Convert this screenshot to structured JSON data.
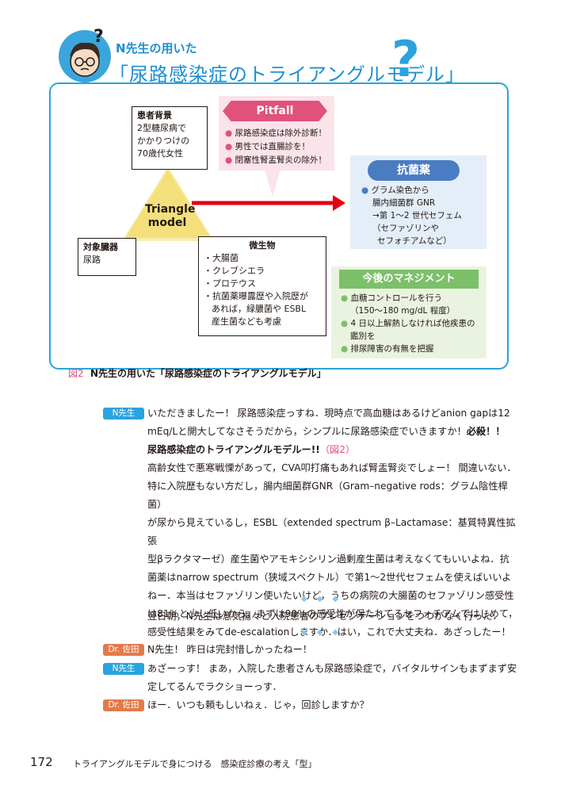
{
  "header": {
    "title_small": "N先生の用いた",
    "title_big": "「尿路感染症のトライアングルモデル」",
    "qmark": "?"
  },
  "figure": {
    "patient": {
      "title": "患者背景",
      "lines": [
        "2型糖尿病で",
        "かかりつけの",
        "70歳代女性"
      ]
    },
    "triangle": {
      "label1": "Triangle",
      "label2": "model"
    },
    "organ": {
      "title": "対象臓器",
      "value": "尿路"
    },
    "micro": {
      "title": "微生物",
      "items": [
        "・大腸菌",
        "・クレブシエラ",
        "・プロテウス",
        "・抗菌薬曝露歴や入院歴が",
        "あれば，緑膿菌や ESBL",
        "産生菌なども考慮"
      ]
    },
    "pitfall": {
      "title": "Pitfall",
      "items": [
        "尿路感染症は除外診断！",
        "男性では直腸診を！",
        "閉塞性腎盂腎炎の除外！"
      ]
    },
    "antibiotics": {
      "title": "抗菌薬",
      "lines": [
        "グラム染色から",
        "腸内細菌群 GNR",
        "→第 1〜2 世代セフェム",
        "（セファゾリンや",
        "セフォチアムなど）"
      ]
    },
    "management": {
      "title": "今後のマネジメント",
      "lines": [
        "血糖コントロールを行う",
        "（150〜180 mg/dL 程度）",
        "4 日以上解熱しなければ他疾患の",
        "鑑別を",
        "排尿障害の有無を把握"
      ]
    },
    "caption_fig": "図2",
    "caption_text": "N先生の用いた「尿路感染症のトライアングルモデル」"
  },
  "dialogue": {
    "speaker_n": "N先生",
    "speaker_d": "Dr. 佐田",
    "p1_l1": "いただきましたー！ 尿路感染症っすね．現時点で高血糖はあるけどanion gapは12",
    "p1_l2a": "mEq/Lと開大してなさそうだから，シンプルに尿路感染症でいきますか！",
    "p1_l2b": "必殺！！",
    "p1_l3a": "尿路感染症のトライアングルモデルー!!",
    "p1_l3b": "（図2）",
    "p1_l4": "高齢女性で悪寒戦慄があって，CVA叩打痛もあれば腎盂腎炎でしょー！ 間違いない．",
    "p1_l5": "特に入院歴もない方だし，腸内細菌群GNR（Gram–negative rods：グラム陰性桿菌）",
    "p1_l6": "が尿から見えているし，ESBL（extended spectrum β–Lactamase：基質特異性拡張",
    "p1_l7": "型βラクタマーゼ）産生菌やアモキシシリン過剰産生菌は考えなくてもいいよね．抗",
    "p1_l8": "菌薬はnarrow spectrum（狭域スペクトル）で第1〜2世代セフェムを使えばいいよ",
    "p1_l9": "ねー．本当はセファゾリン使いたいけど，うちの病院の大腸菌のセファゾリン感受性",
    "p1_l10": "は81％と少し低いから，まずは90％の感受性が保たれてるセフォチアムではじめて，",
    "p1_l11": "感受性結果をみてde-escalationしますか．はい，これで大丈夫ね．あざっしたー！",
    "narration": "翌日朝，N先生は意気揚々と入院患者のプレゼンテーションをつつがなく行った．",
    "p2": "N先生！ 昨日は完封惜しかったねー！",
    "p3_l1": "あざーっす！ まあ，入院した患者さんも尿路感染症で，バイタルサインもまずまず安",
    "p3_l2": "定してるんでラクショーっす．",
    "p4": "ほー．いつも頼もしいねぇ．じゃ，回診しますか？",
    "diamonds": "◆◆◆"
  },
  "footer": {
    "page": "172",
    "text": "トライアングルモデルで身につける　感染症診療の考え「型」"
  },
  "colors": {
    "accent_blue": "#2aa3de",
    "pink": "#e0527a",
    "green": "#7cc06a",
    "orange": "#e37a4a",
    "red_arrow": "#e60012",
    "triangle": "#f3e07a"
  }
}
